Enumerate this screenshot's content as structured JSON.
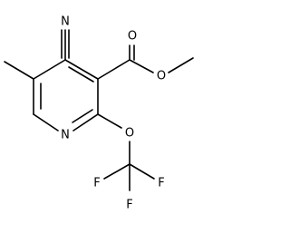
{
  "molecule": {
    "atoms": {
      "nitrile_n": "N",
      "ester_carbonyl_o": "O",
      "ester_ether_o": "O",
      "ring_n": "N",
      "ether_o": "O",
      "f_left": "F",
      "f_right": "F",
      "f_bottom": "F"
    }
  },
  "colors": {
    "bond": "#000000",
    "label": "#000000",
    "background": "#ffffff"
  }
}
